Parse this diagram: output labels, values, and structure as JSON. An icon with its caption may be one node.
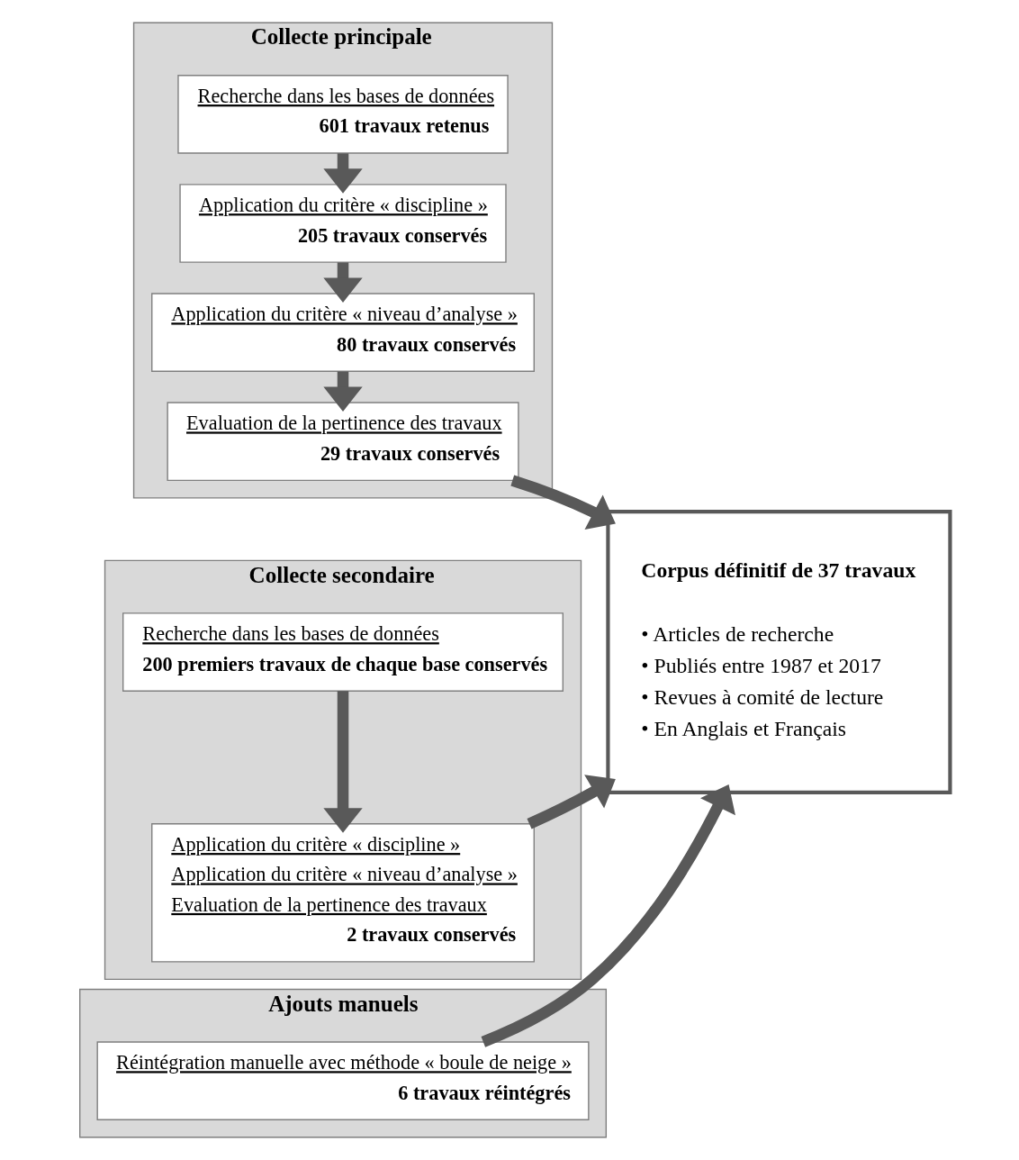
{
  "diagram": {
    "nodes": [
      {
        "text": [
          "Collecte principale"
        ]
      },
      {
        "text": [
          "Recherche dans les bases de données",
          "601 travaux retenus"
        ],
        "in": 0
      },
      {
        "text": [
          "Application du critère « discipline »",
          "205 travaux conservés"
        ],
        "in": 0
      },
      {
        "text": [
          "Application du critère « niveau d’analyse »",
          "80 travaux conservés"
        ],
        "in": 0
      },
      {
        "text": [
          "Evaluation de la pertinence des travaux",
          "29 travaux conservés"
        ],
        "in": 0
      },
      {
        "text": [
          "Collecte secondaire"
        ]
      },
      {
        "text": [
          "Recherche dans les bases de données",
          "200 premiers travaux de chaque base conservés"
        ],
        "in": 5
      },
      {
        "text": [
          "Application du critère « discipline »",
          "Application du critère « niveau d’analyse »",
          "Evaluation de la pertinence des travaux",
          "2 travaux conservés"
        ],
        "in": 5
      },
      {
        "text": [
          "Ajouts manuels"
        ]
      },
      {
        "text": [
          "Réintégration manuelle avec méthode « boule de neige »",
          "6 travaux réintégrés"
        ],
        "in": 8
      },
      {
        "text": [
          "Corpus définitif de 37 travaux",
          "• Articles de recherche",
          "• Publiés entre 1987 et 2017",
          "• Revues à comité de lecture",
          "• En Anglais et Français"
        ]
      }
    ],
    "edges": [
      {
        "from": 1,
        "to": 2,
        "arrow": "to"
      },
      {
        "from": 2,
        "to": 3,
        "arrow": "to"
      },
      {
        "from": 3,
        "to": 4,
        "arrow": "to"
      },
      {
        "from": 4,
        "to": 10,
        "arrow": "to"
      },
      {
        "from": 6,
        "to": 7,
        "arrow": "to"
      },
      {
        "from": 7,
        "to": 10,
        "arrow": "to"
      },
      {
        "from": 9,
        "to": 10,
        "arrow": "to"
      }
    ]
  }
}
